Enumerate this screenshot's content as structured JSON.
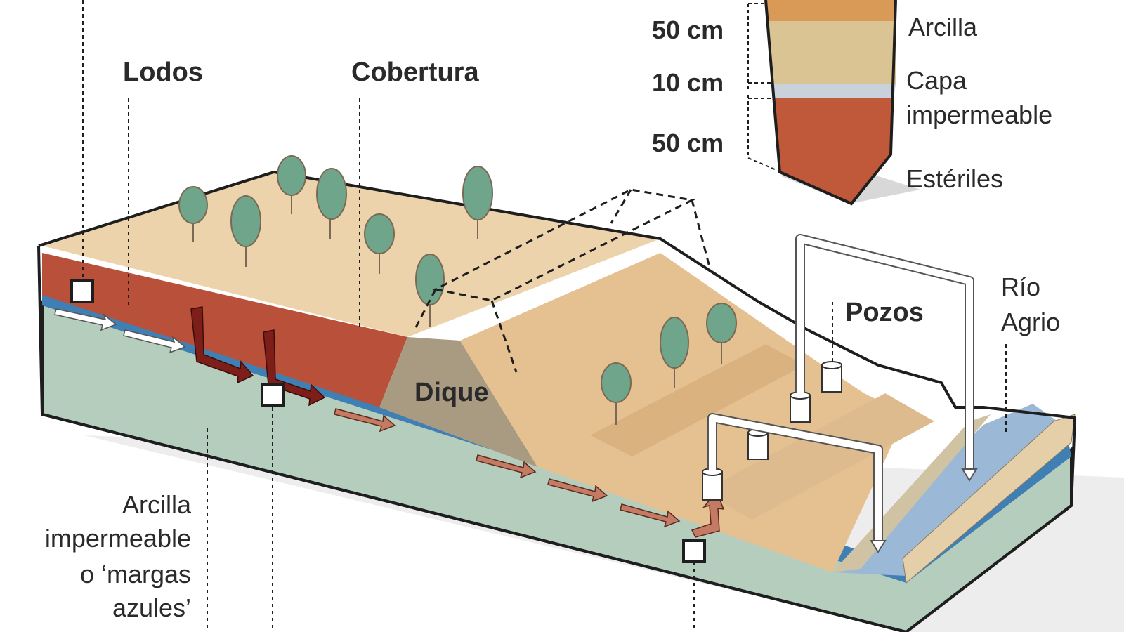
{
  "labels": {
    "lodos": "Lodos",
    "cobertura": "Cobertura",
    "dique": "Dique",
    "pozos": "Pozos",
    "rio_line1": "Río",
    "rio_line2": "Agrio",
    "arcilla_imp_line1": "Arcilla",
    "arcilla_imp_line2": "impermeable",
    "arcilla_imp_line3": "o ‘margas",
    "arcilla_imp_line4": "azules’"
  },
  "cover_column": {
    "dim_top": "50 cm",
    "dim_mid": "10 cm",
    "dim_bottom": "50 cm",
    "layer_arcilla": "Arcilla",
    "layer_capa_line1": "Capa",
    "layer_capa_line2": "impermeable",
    "layer_esteriles": "Estériles"
  },
  "colors": {
    "outline": "#1e1e1e",
    "ground_top": "#ecd3ac",
    "slope": "#e5c191",
    "sludge": "#b9513a",
    "dike": "#a89b82",
    "clay_base": "#b5cdbd",
    "aquifer_band": "#3f7fb4",
    "river": "#9bb9d6",
    "trees": "#6fa58a",
    "seepage_arrow": "#7d1e19",
    "flow_arrow": "#c57a63"
  }
}
